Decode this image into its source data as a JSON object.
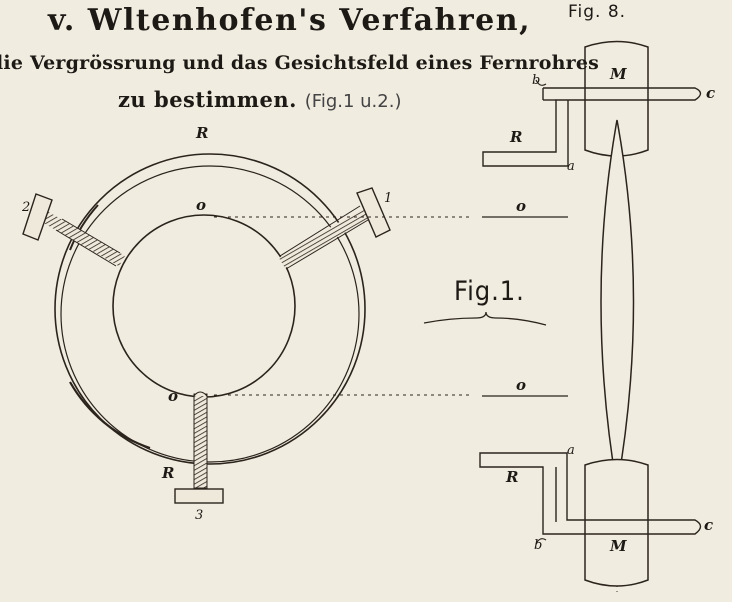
{
  "header": {
    "title": "v. Wltenhofen's Verfahren,",
    "line2": "lie Vergrössrung und das Gesichtsfeld eines Fernrohres",
    "line3_main": "zu bestimmen.",
    "line3_ref": "(Fig.1 u.2.)"
  },
  "figures": {
    "fig8_caption": "Fig. 8.",
    "fig1_caption": "Fig.1."
  },
  "labels": {
    "ring_top": "R",
    "ring_bottom": "R",
    "screw_left": "2",
    "screw_right": "1",
    "screw_bottom": "3",
    "o_circle_top": "o",
    "o_circle_bottom": "o",
    "o_right_top": "o",
    "o_right_bottom": "o",
    "upper_b": "b",
    "upper_m": "M",
    "upper_c": "c",
    "upper_r": "R",
    "upper_a": "a",
    "lower_a": "a",
    "lower_r": "R",
    "lower_c": "c",
    "lower_b": "b",
    "lower_m": "M"
  }
}
